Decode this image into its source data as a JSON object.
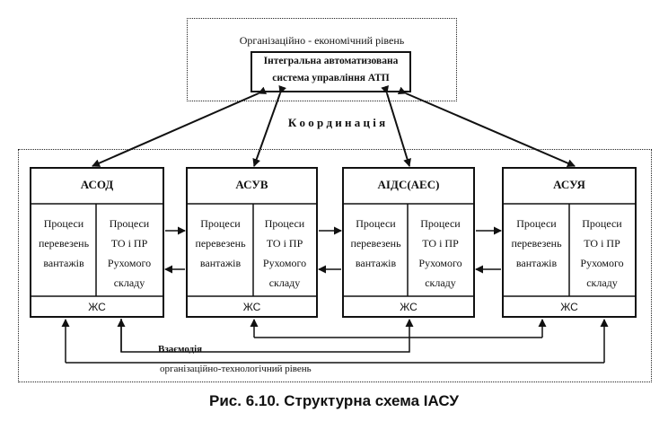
{
  "top_section": {
    "level_label": "Організаційно - економічний рівень",
    "system_title_line1": "Інтегральна автоматизована",
    "system_title_line2": "система управління АТП"
  },
  "coordination_label": "К о о р д и н а ц і я",
  "subsystems": [
    {
      "name": "АСОД",
      "left_text": [
        "Процеси",
        "перевезень",
        "вантажів"
      ],
      "right_text": [
        "Процеси",
        "ТО і ПР",
        "Рухомого",
        "складу"
      ],
      "footer": "ЖС"
    },
    {
      "name": "АСУВ",
      "left_text": [
        "Процеси",
        "перевезень",
        "вантажів"
      ],
      "right_text": [
        "Процеси",
        "ТО і ПР",
        "Рухомого",
        "складу"
      ],
      "footer": "ЖС"
    },
    {
      "name": "АІДС(АЕС)",
      "left_text": [
        "Процеси",
        "перевезень",
        "вантажів"
      ],
      "right_text": [
        "Процеси",
        "ТО і ПР",
        "Рухомого",
        "складу"
      ],
      "footer": "ЖС"
    },
    {
      "name": "АСУЯ",
      "left_text": [
        "Процеси",
        "перевезень",
        "вантажів"
      ],
      "right_text": [
        "Процеси",
        "ТО і ПР",
        "Рухомого",
        "складу"
      ],
      "footer": "ЖС"
    }
  ],
  "interaction_label": "Взаємодія",
  "bottom_level_label": "організаційно-технологічний рівень",
  "caption": "Рис. 6.10. Структурна схема ІАСУ"
}
